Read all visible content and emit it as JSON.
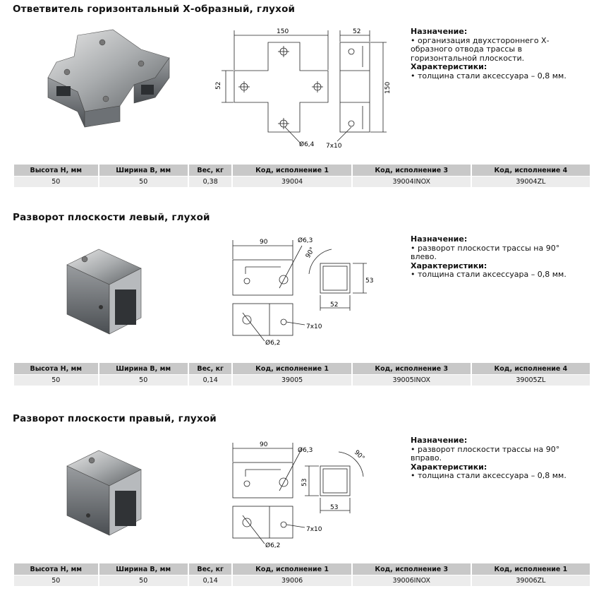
{
  "sections": [
    {
      "title": "Ответвитель горизонтальный Х-образный, глухой",
      "dims": {
        "width": "150",
        "height": "52",
        "side_width": "52",
        "side_height": "150",
        "hole": "Ø6,4",
        "slot": "7x10"
      },
      "desc": {
        "purpose_heading": "Назначение:",
        "purpose_text": "• организация двухстороннего Х-образного отвода трассы в горизонтальной плоскости.",
        "spec_heading": "Характеристики:",
        "spec_text": "• толщина стали аксессуара – 0,8 мм."
      },
      "table": {
        "headers": [
          "Высота H, мм",
          "Ширина B, мм",
          "Вес, кг",
          "Код, исполнение 1",
          "Код, исполнение 3",
          "Код, исполнение 4"
        ],
        "row": [
          "50",
          "50",
          "0,38",
          "39004",
          "39004INOX",
          "39004ZL"
        ]
      }
    },
    {
      "title": "Разворот плоскости левый, глухой",
      "dims": {
        "width": "90",
        "hole_top": "Ø6,3",
        "angle": "90°",
        "height": "53",
        "bottom_width": "52",
        "slot": "7x10",
        "hole_bottom": "Ø6,2"
      },
      "desc": {
        "purpose_heading": "Назначение:",
        "purpose_text": "• разворот плоскости трассы на 90° влево.",
        "spec_heading": "Характеристики:",
        "spec_text": "• толщина стали аксессуара – 0,8 мм."
      },
      "table": {
        "headers": [
          "Высота H, мм",
          "Ширина B, мм",
          "Вес, кг",
          "Код, исполнение 1",
          "Код, исполнение 3",
          "Код, исполнение 4"
        ],
        "row": [
          "50",
          "50",
          "0,14",
          "39005",
          "39005INOX",
          "39005ZL"
        ]
      }
    },
    {
      "title": "Разворот плоскости правый, глухой",
      "dims": {
        "width": "90",
        "hole_top": "Ø6,3",
        "angle": "90°",
        "height": "53",
        "bottom_width": "53",
        "slot": "7x10",
        "hole_bottom": "Ø6,2"
      },
      "desc": {
        "purpose_heading": "Назначение:",
        "purpose_text": "• разворот плоскости трассы на 90° вправо.",
        "spec_heading": "Характеристики:",
        "spec_text": "• толщина стали аксессуара – 0,8 мм."
      },
      "table": {
        "headers": [
          "Высота H, мм",
          "Ширина B, мм",
          "Вес, кг",
          "Код, исполнение 1",
          "Код, исполнение 3",
          "Код, исполнение 1"
        ],
        "row": [
          "50",
          "50",
          "0,14",
          "39006",
          "39006INOX",
          "39006ZL"
        ]
      }
    }
  ]
}
